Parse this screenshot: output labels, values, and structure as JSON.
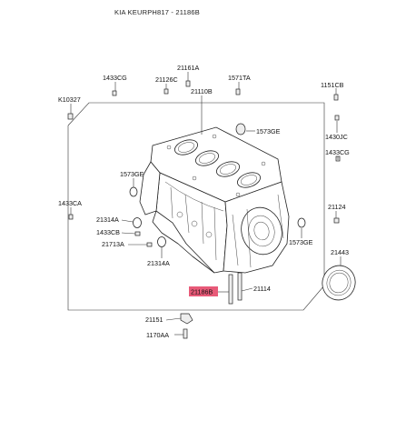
{
  "header": {
    "title": "KIA KEURPH817 - 21186B"
  },
  "highlight_color": "#e85a78",
  "labels": {
    "p21161A": "21161A",
    "p1433CG_a": "1433CG",
    "p21126C": "21126C",
    "p1571TA": "1571TA",
    "p1151CB": "1151CB",
    "p21110B": "21110B",
    "pK10327": "K10327",
    "p1573GE_a": "1573GE",
    "p1430JC": "1430JC",
    "p1433CG_b": "1433CG",
    "p1573GE_b": "1573GE",
    "p1433CA": "1433CA",
    "p21124": "21124",
    "p21314A_a": "21314A",
    "p1433CB": "1433CB",
    "p21713A": "21713A",
    "p1573GE_c": "1573GE",
    "p21443": "21443",
    "p21314A_b": "21314A",
    "p21114": "21114",
    "p21186B": "21186B",
    "p21151": "21151",
    "p1170AA": "1170AA"
  }
}
